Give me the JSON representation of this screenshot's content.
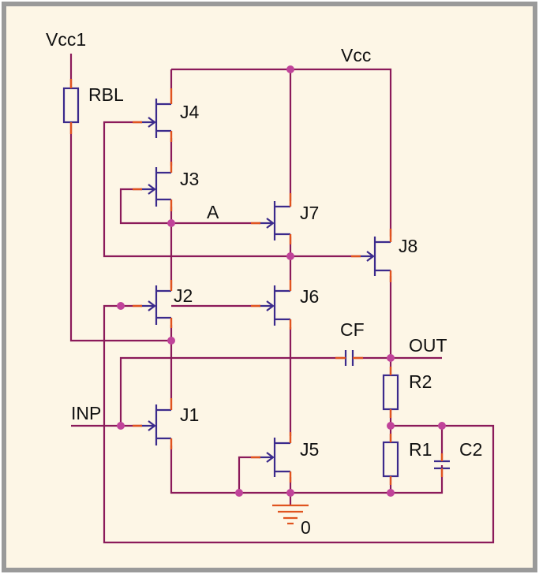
{
  "colors": {
    "background": "#fdf6e6",
    "border": "#9a9a9a",
    "wire": "#8b1a5a",
    "device": "#3b2a8c",
    "lead": "#e0531f",
    "node": "#c0439a"
  },
  "labels": {
    "vcc1": "Vcc1",
    "vcc": "Vcc",
    "rbl": "RBL",
    "j1": "J1",
    "j2": "J2",
    "j3": "J3",
    "j4": "J4",
    "j5": "J5",
    "j6": "J6",
    "j7": "J7",
    "j8": "J8",
    "node_a": "A",
    "cf": "CF",
    "out": "OUT",
    "r1": "R1",
    "r2": "R2",
    "c2": "C2",
    "inp": "INP",
    "ground": "0"
  }
}
